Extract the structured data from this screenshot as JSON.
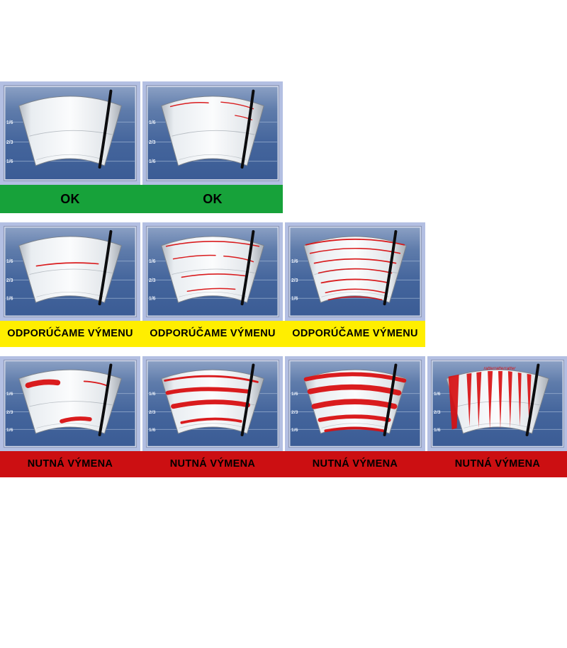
{
  "zones": [
    "1/6",
    "2/3",
    "1/6"
  ],
  "colors": {
    "frame": "#b3bfe2",
    "panel_top": "#8ba0c4",
    "panel_bottom": "#3b5c95",
    "streak_red": "#d81012",
    "ok_green": "#17a23a",
    "warn_yellow": "#ffee00",
    "danger_red": "#cc0f12"
  },
  "rows": [
    {
      "id": "ok",
      "status": "OK",
      "status_bg": "#17a23a",
      "cells": [
        {
          "pattern": "clean",
          "description": "uniform wipe, no streaks"
        },
        {
          "pattern": "hairline-streaks",
          "description": "a few fine streaks near top"
        }
      ]
    },
    {
      "id": "replacement-recommended",
      "status": "ODPORÚČAME VÝMENU",
      "status_bg": "#ffee00",
      "cells": [
        {
          "pattern": "single-streak",
          "description": "one streak in middle"
        },
        {
          "pattern": "several-streaks",
          "description": "several thin streaks"
        },
        {
          "pattern": "many-streaks",
          "description": "many streaks over whole area"
        }
      ]
    },
    {
      "id": "replacement-required",
      "status": "NUTNÁ VÝMENA",
      "status_bg": "#cc0f12",
      "cells": [
        {
          "pattern": "smear-patches",
          "description": "thick smear patches"
        },
        {
          "pattern": "long-smears",
          "description": "long heavy smears"
        },
        {
          "pattern": "wide-smears",
          "description": "wide smears over whole area"
        },
        {
          "pattern": "vertical-chatter",
          "description": "vertical chatter bands",
          "overlay_text": "ratterratterratter"
        }
      ]
    }
  ]
}
